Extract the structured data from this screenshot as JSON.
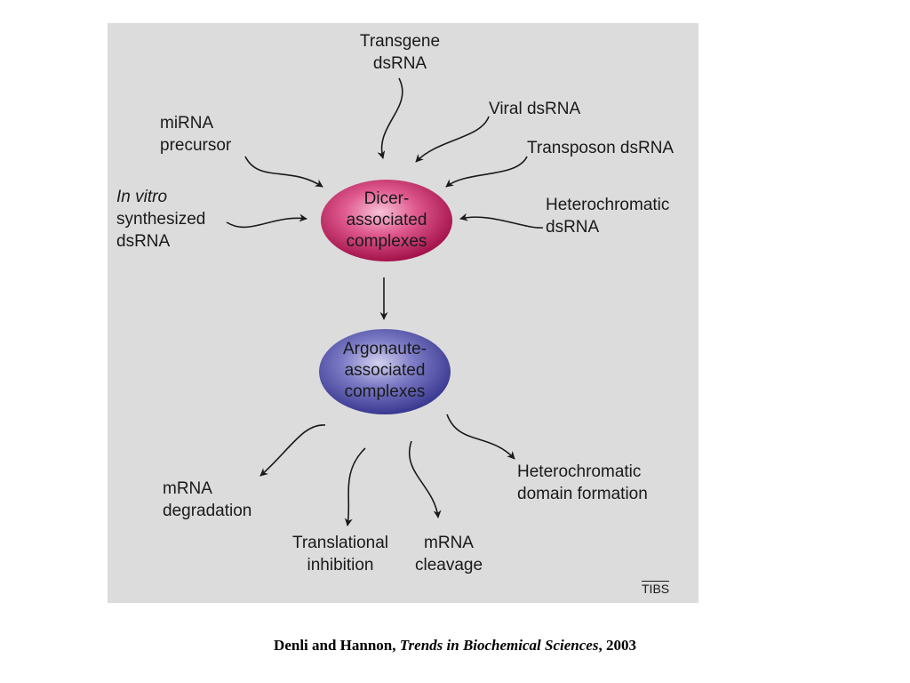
{
  "figure": {
    "inputs": {
      "transgene_dsrna": [
        "Transgene",
        "dsRNA"
      ],
      "viral_dsrna": "Viral dsRNA",
      "transposon_dsrna": "Transposon dsRNA",
      "mirna_precursor": [
        "miRNA",
        "precursor"
      ],
      "in_vitro_dsrna": [
        "In vitro",
        "synthesized",
        "dsRNA"
      ],
      "heterochromatic_dsrna": [
        "Heterochromatic",
        "dsRNA"
      ]
    },
    "dicer_complex": [
      "Dicer-",
      "associated",
      "complexes"
    ],
    "argonaute_complex": [
      "Argonaute-",
      "associated",
      "complexes"
    ],
    "outputs": {
      "mrna_degradation": [
        "mRNA",
        "degradation"
      ],
      "translational_inhibition": [
        "Translational",
        "inhibition"
      ],
      "mrna_cleavage": [
        "mRNA",
        "cleavage"
      ],
      "heterochromatic_domain": [
        "Heterochromatic",
        "domain formation"
      ]
    },
    "journal_mark": "TIBS",
    "colors": {
      "background": "#dcdcdc",
      "dicer": "#c8235e",
      "argonaute": "#4a4aa3"
    }
  },
  "citation": {
    "authors": "Denli and Hannon,",
    "journal": "Trends in Biochemical Sciences",
    "year": ", 2003"
  }
}
